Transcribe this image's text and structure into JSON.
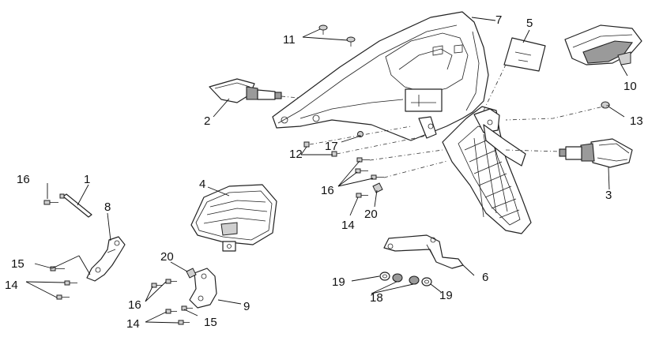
{
  "callouts": {
    "c1": "1",
    "c2": "2",
    "c3": "3",
    "c4": "4",
    "c5": "5",
    "c6": "6",
    "c7": "7",
    "c8": "8",
    "c9": "9",
    "c10": "10",
    "c11": "11",
    "c12": "12",
    "c13": "13",
    "c14a": "14",
    "c14b": "14",
    "c14c": "14",
    "c15a": "15",
    "c15b": "15",
    "c16a": "16",
    "c16b": "16",
    "c16c": "16",
    "c17": "17",
    "c18": "18",
    "c19a": "19",
    "c19b": "19",
    "c20a": "20",
    "c20b": "20"
  }
}
